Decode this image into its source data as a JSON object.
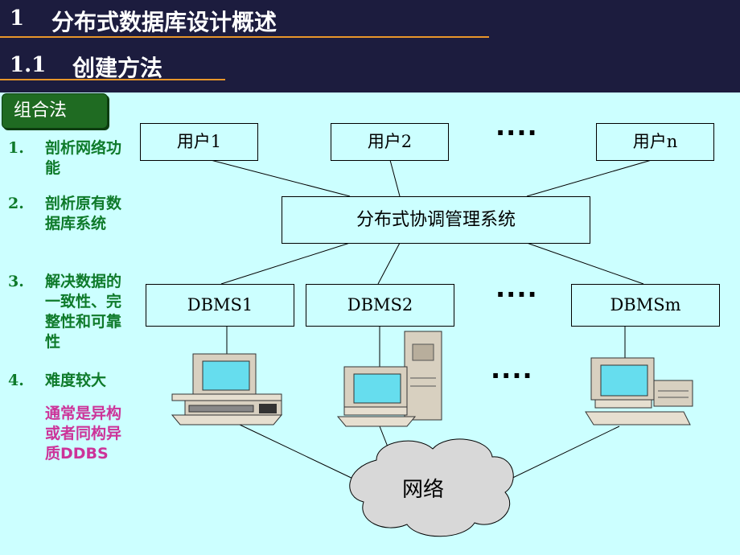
{
  "header": {
    "title1_number": "1",
    "title1_text": "分布式数据库设计概述",
    "title2_number": "1.1",
    "title2_text": "创建方法"
  },
  "badge": "组合法",
  "items": [
    {
      "number": "1.",
      "text": "剖析网络功能"
    },
    {
      "number": "2.",
      "text": "剖析原有数据库系统"
    },
    {
      "number": "3.",
      "text": "解决数据的一致性、完整性和可靠性"
    },
    {
      "number": "4.",
      "text": "难度较大"
    }
  ],
  "note": "通常是异构或者同构异质DDBS",
  "diagram": {
    "users": [
      "用户1",
      "用户2",
      "用户n"
    ],
    "coordinator": "分布式协调管理系统",
    "dbms": [
      "DBMS1",
      "DBMS2",
      "DBMSm"
    ],
    "network": "网络",
    "ellipsis": "····"
  },
  "colors": {
    "header_bg": "#1c1c3e",
    "background": "#ccffff",
    "underline": "#e8962a",
    "item_text": "#0e7a2a",
    "note_text": "#cc3399",
    "badge_bg": "#1f6b22"
  }
}
